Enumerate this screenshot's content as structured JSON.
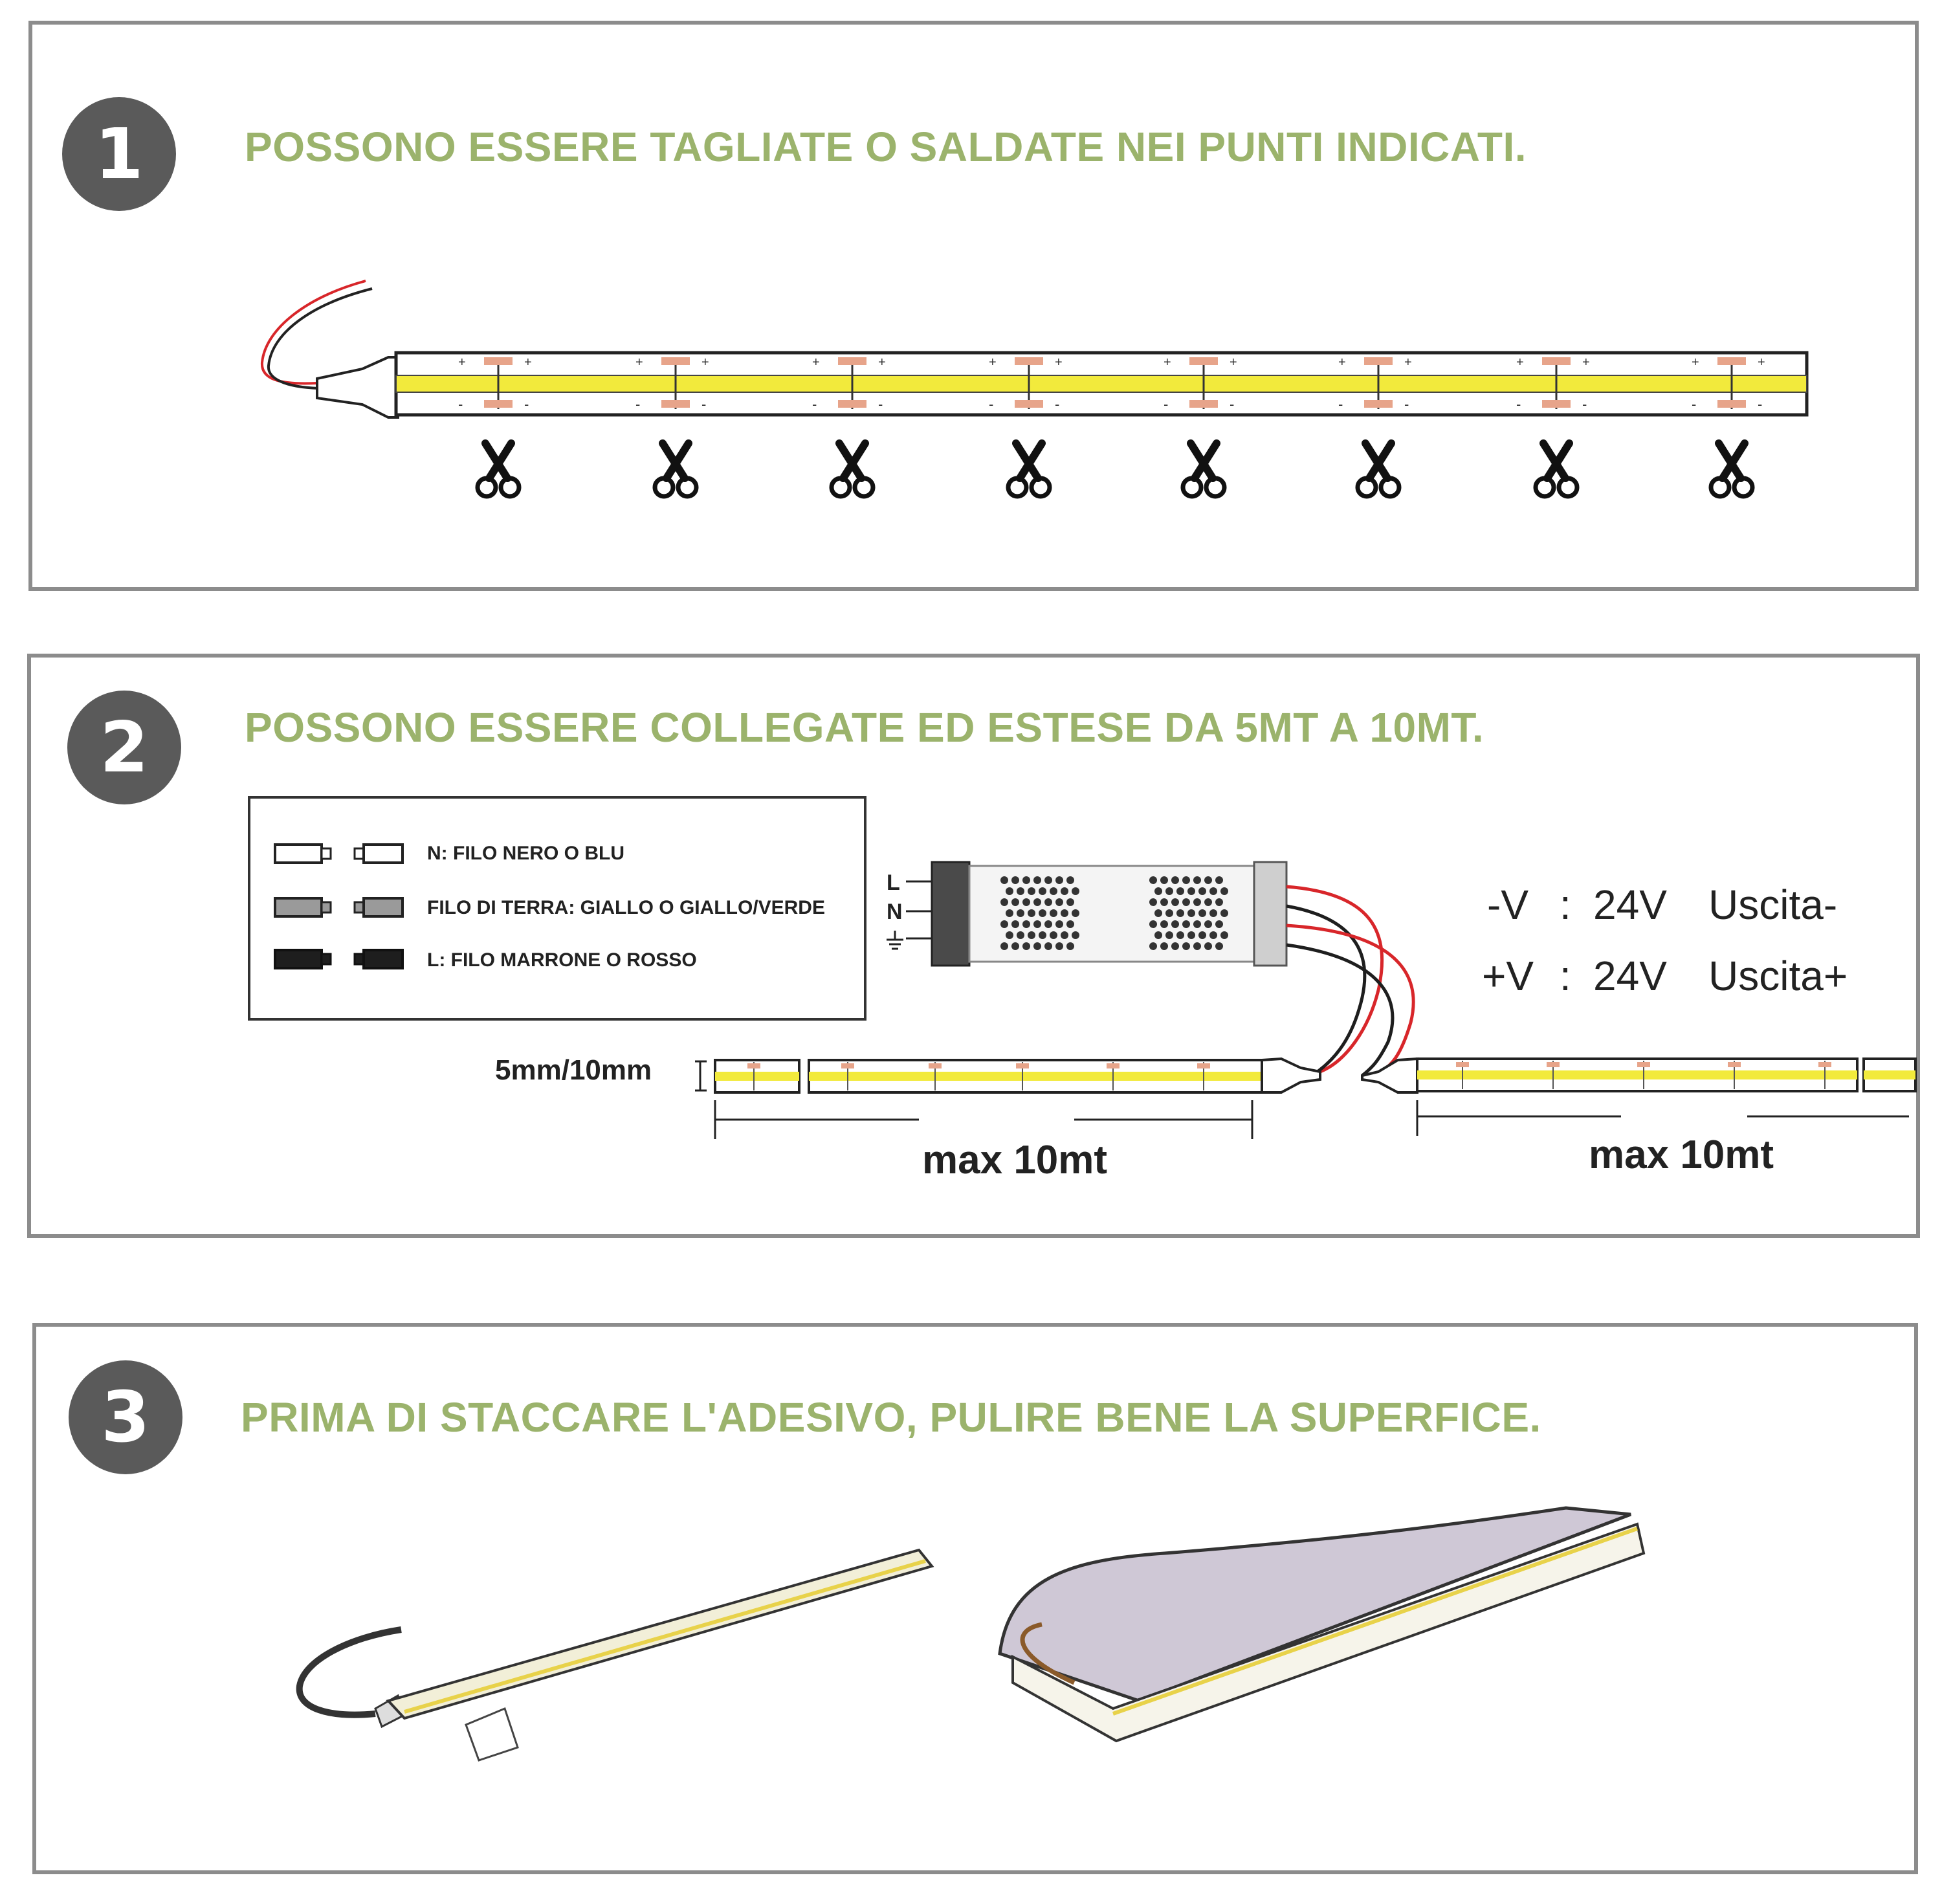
{
  "steps": [
    {
      "number": "1",
      "heading": "POSSONO ESSERE TAGLIATE O SALDATE NEI PUNTI INDICATI."
    },
    {
      "number": "2",
      "heading": "POSSONO ESSERE COLLEGATE ED ESTESE DA 5MT A 10MT."
    },
    {
      "number": "3",
      "heading": "PRIMA DI STACCARE L'ADESIVO, PULIRE BENE LA SUPERFICE."
    }
  ],
  "legend": {
    "neutral": "N: FILO NERO O BLU",
    "earth": "FILO DI TERRA: GIALLO O GIALLO/VERDE",
    "live": "L: FILO MARRONE O ROSSO"
  },
  "driver": {
    "terminal_l": "L",
    "terminal_n": "N"
  },
  "outputs": {
    "negative": {
      "pin": "-V",
      "sep": ":",
      "value": "24V",
      "name": "Uscita-"
    },
    "positive": {
      "pin": "+V",
      "sep": ":",
      "value": "24V",
      "name": "Uscita+"
    }
  },
  "strip_width_label": "5mm/10mm",
  "run_left_label": "max 10mt",
  "run_right_label": "max 10mt",
  "colors": {
    "heading": "#9bb36c",
    "badge": "#5a5a5a",
    "panel_border": "#8c8c8c",
    "strip_yellow": "#f2ea3c",
    "wire_red": "#d8262a"
  },
  "icons": [
    "scissors-icon",
    "earth-ground-icon"
  ]
}
